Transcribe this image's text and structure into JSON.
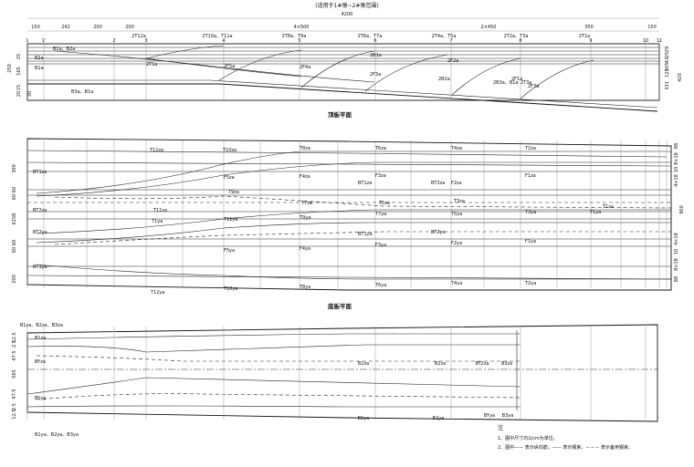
{
  "header": {
    "applies_to": "(适用于1#墩~2#墩范围)",
    "total": "4200",
    "top_dims": [
      "150",
      "242",
      "200",
      "200",
      "4×500",
      "2×450",
      "350",
      "150"
    ],
    "section_numbers": [
      "1",
      "1'",
      "2",
      "3",
      "4",
      "5",
      "6",
      "7",
      "8",
      "9",
      "10",
      "11"
    ],
    "top_group_labels": [
      "2T12a",
      "2T10a、T11a",
      "2T8a、T9a",
      "2T6a、T7a",
      "2T4a、T5a",
      "2T2a、T3a",
      "2T1a"
    ]
  },
  "plan1": {
    "title": "顶板平面",
    "left_labels": [
      "B1a、B2a",
      "B2a",
      "B1a",
      "B3a、B1a"
    ],
    "left_dims": [
      "250",
      "25",
      "165",
      "15",
      "20",
      "30"
    ],
    "right_dims": [
      "29",
      "25",
      "43",
      "5",
      "20",
      "125",
      "420",
      "331"
    ],
    "inner_labels": [
      "2T1a",
      "2F5a",
      "2F4a",
      "2F3a",
      "2B1a",
      "2F2a",
      "2B2a",
      "2F1a",
      "2B3a、B1a",
      "2T3a",
      "2F3a"
    ]
  },
  "plan2": {
    "title": "底板平面",
    "left_labels": [
      "BT1za",
      "BT2za",
      "BT2ya",
      "BT1ya"
    ],
    "left_dims": [
      "300",
      "60",
      "60",
      "6158",
      "60",
      "60",
      "200"
    ],
    "right_dims": [
      "88",
      "8×18",
      "10",
      "4×18",
      "900",
      "4×18",
      "10",
      "8×18",
      "88"
    ],
    "top_labels": [
      "T12za",
      "T10za",
      "T8za",
      "T6za",
      "T4za",
      "T2za"
    ],
    "upper_labels": [
      "F5za",
      "F4za",
      "F3za",
      "F2za",
      "F1za",
      "BT1za",
      "BT2za",
      "T11za",
      "T9za",
      "T7za",
      "T5za",
      "T3za",
      "T1za"
    ],
    "lower_labels": [
      "T1ya",
      "T11ya",
      "T9ya",
      "T7ya",
      "T5ya",
      "T3ya",
      "T1ya",
      "F5ya",
      "F4ya",
      "F3ya",
      "F2ya",
      "F1ya",
      "BT1ya",
      "BT2ya"
    ],
    "bottom_labels": [
      "T12ya",
      "T10ya",
      "T8ya",
      "T6ya",
      "T4ya",
      "T2ya"
    ]
  },
  "plan3": {
    "top_left_labels": "B1za、B2za、B3za",
    "left_labels": [
      "B1za",
      "BYza",
      "BYya"
    ],
    "left_dims": [
      "12.5",
      "2.5",
      "47.5",
      "565",
      "47.5",
      "2.5",
      "12.5"
    ],
    "upper_labels": [
      "B1za",
      "B2za",
      "BY2za",
      "B3za"
    ],
    "lower_labels": [
      "B1ya",
      "B2ya",
      "BYya",
      "B3ya"
    ],
    "bottom_left": "B1ya、B2ya、B3ya"
  },
  "notes": {
    "heading": "注",
    "line1": "1、图中尺寸均以cm为单位。",
    "line2": "2、图中—— 表示纵向筋，—— 表示钢束，－－－ 表示备用钢束。"
  }
}
